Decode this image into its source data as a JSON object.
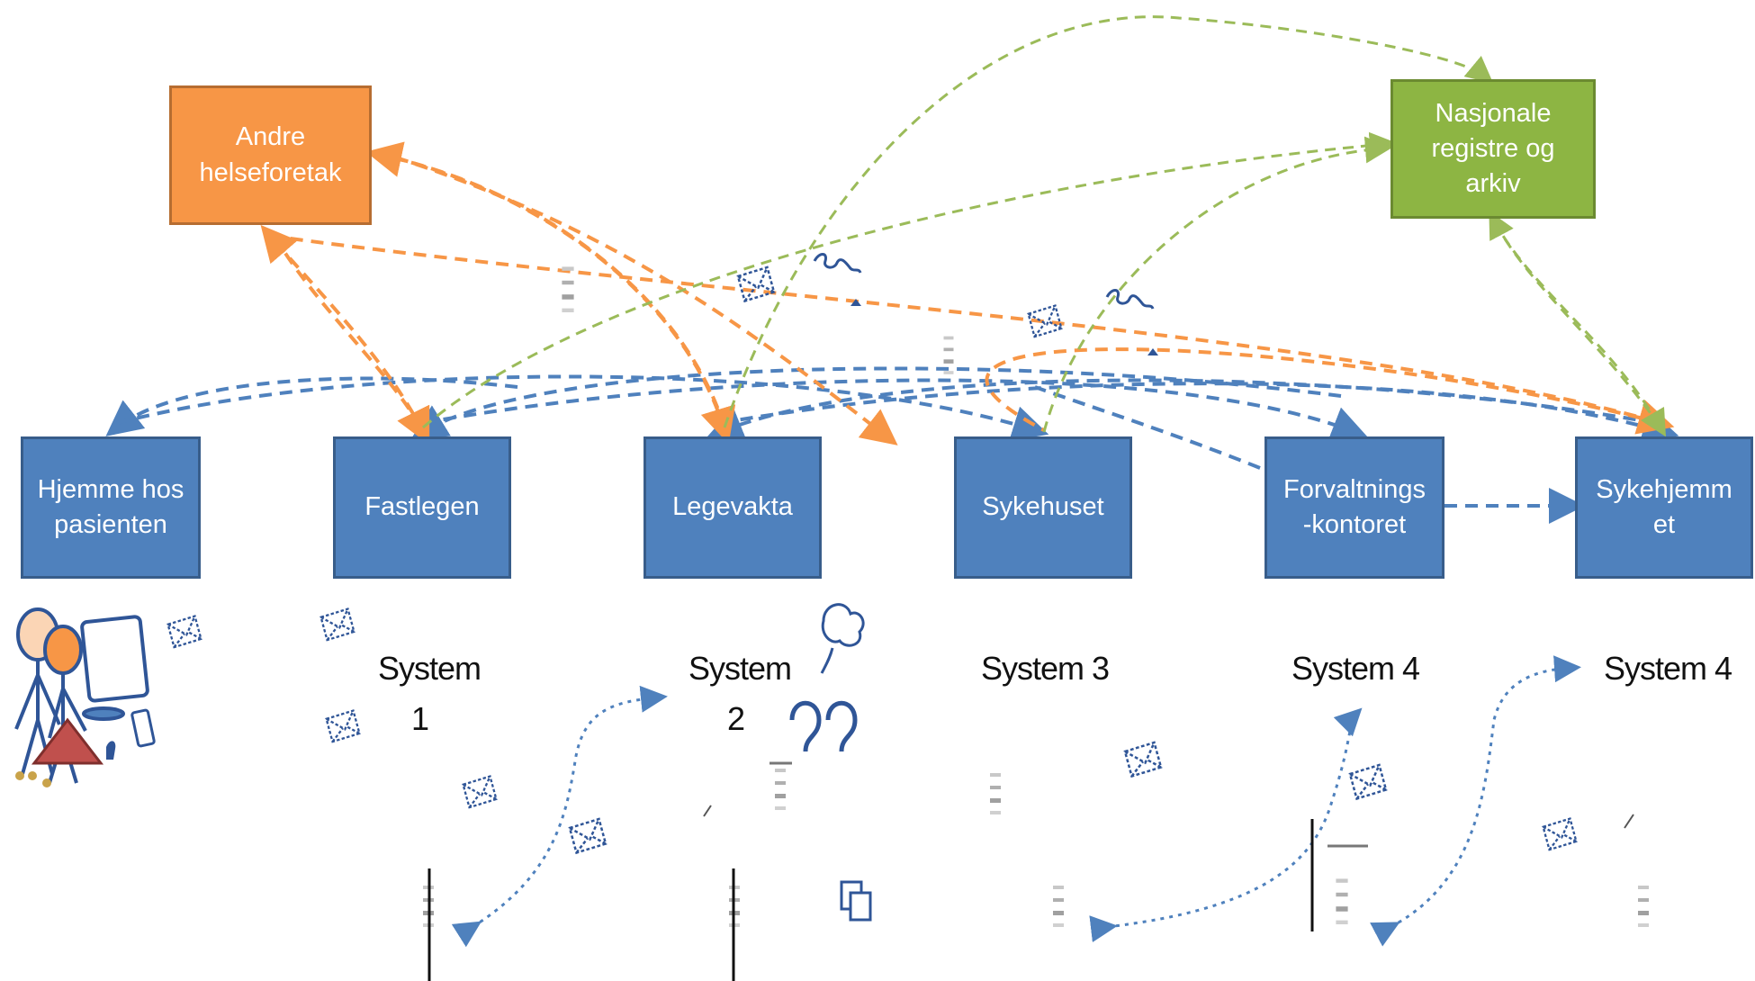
{
  "nodes": {
    "hjemme": "Hjemme hos\npasienten",
    "fastlegen": "Fastlegen",
    "legevakta": "Legevakta",
    "sykehuset": "Sykehuset",
    "forvaltning": "Forvaltnings\n-kontoret",
    "sykehjemmet": "Sykehjemm\net",
    "andre": "Andre\nhelseforetak",
    "nasjonale": "Nasjonale\nregistre og\narkiv"
  },
  "systems": {
    "s1": "System",
    "s1_num": "1",
    "s2": "System",
    "s2_num": "2",
    "s3": "System 3",
    "s4": "System 4",
    "s5": "System 4"
  },
  "colors": {
    "blue_box": "#4f81bd",
    "orange_box": "#f79646",
    "green_box": "#8db543",
    "blue_arrow": "#4f81bd",
    "orange_arrow": "#f79646",
    "green_arrow": "#9bbb59",
    "icon_blue": "#2f5597"
  },
  "icons": [
    "envelope-icon",
    "person-icon",
    "computer-icon",
    "phone-icon",
    "document-icon",
    "thought-bubble-icon",
    "ear-icon",
    "hand-icon",
    "pencil-icon"
  ]
}
